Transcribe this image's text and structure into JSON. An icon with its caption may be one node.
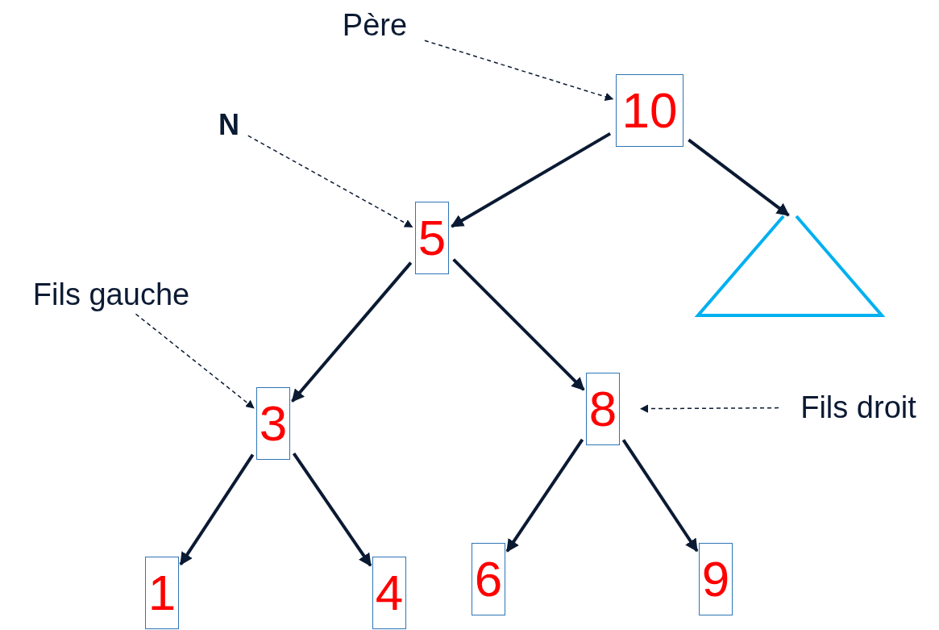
{
  "diagram": {
    "nodes": [
      {
        "text": [
          "Père"
        ]
      },
      {
        "text": [
          "10"
        ]
      },
      {
        "text": [
          "N"
        ]
      },
      {
        "text": [
          "5"
        ]
      },
      {
        "text": [],
        "shape": "triangle"
      },
      {
        "text": [
          "Fils gauche"
        ]
      },
      {
        "text": [
          "3"
        ]
      },
      {
        "text": [
          "8"
        ]
      },
      {
        "text": [
          "Fils droit"
        ]
      },
      {
        "text": [
          "1"
        ]
      },
      {
        "text": [
          "4"
        ]
      },
      {
        "text": [
          "6"
        ]
      },
      {
        "text": [
          "9"
        ]
      }
    ],
    "edges": [
      {
        "from": 0,
        "to": 1,
        "arrow": "to",
        "style": "dashed"
      },
      {
        "from": 1,
        "to": 3,
        "arrow": "to"
      },
      {
        "from": 1,
        "to": 4,
        "arrow": "to"
      },
      {
        "from": 2,
        "to": 3,
        "arrow": "to",
        "style": "dashed"
      },
      {
        "from": 3,
        "to": 6,
        "arrow": "to"
      },
      {
        "from": 3,
        "to": 7,
        "arrow": "to"
      },
      {
        "from": 5,
        "to": 6,
        "arrow": "to",
        "style": "dashed"
      },
      {
        "from": 8,
        "to": 7,
        "arrow": "to",
        "style": "dashed"
      },
      {
        "from": 6,
        "to": 9,
        "arrow": "to"
      },
      {
        "from": 6,
        "to": 10,
        "arrow": "to"
      },
      {
        "from": 7,
        "to": 11,
        "arrow": "to"
      },
      {
        "from": 7,
        "to": 12,
        "arrow": "to"
      }
    ]
  }
}
